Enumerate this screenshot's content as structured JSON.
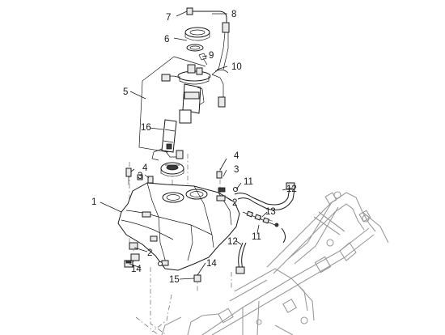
{
  "diagram": {
    "callouts": [
      {
        "id": "c7",
        "text": "7"
      },
      {
        "id": "c8",
        "text": "8"
      },
      {
        "id": "c6",
        "text": "6"
      },
      {
        "id": "c9",
        "text": "9"
      },
      {
        "id": "c10",
        "text": "10"
      },
      {
        "id": "c5",
        "text": "5"
      },
      {
        "id": "c16",
        "text": "16"
      },
      {
        "id": "c4a",
        "text": "4"
      },
      {
        "id": "c3a",
        "text": "3"
      },
      {
        "id": "c4b",
        "text": "4"
      },
      {
        "id": "c3b",
        "text": "3"
      },
      {
        "id": "c11a",
        "text": "11"
      },
      {
        "id": "c12a",
        "text": "12"
      },
      {
        "id": "c2a",
        "text": "2"
      },
      {
        "id": "c1",
        "text": "1"
      },
      {
        "id": "c13",
        "text": "13"
      },
      {
        "id": "c11b",
        "text": "11"
      },
      {
        "id": "c12b",
        "text": "12"
      },
      {
        "id": "c2b",
        "text": "2"
      },
      {
        "id": "c14a",
        "text": "14"
      },
      {
        "id": "c14b",
        "text": "14"
      },
      {
        "id": "c15",
        "text": "15"
      }
    ]
  }
}
